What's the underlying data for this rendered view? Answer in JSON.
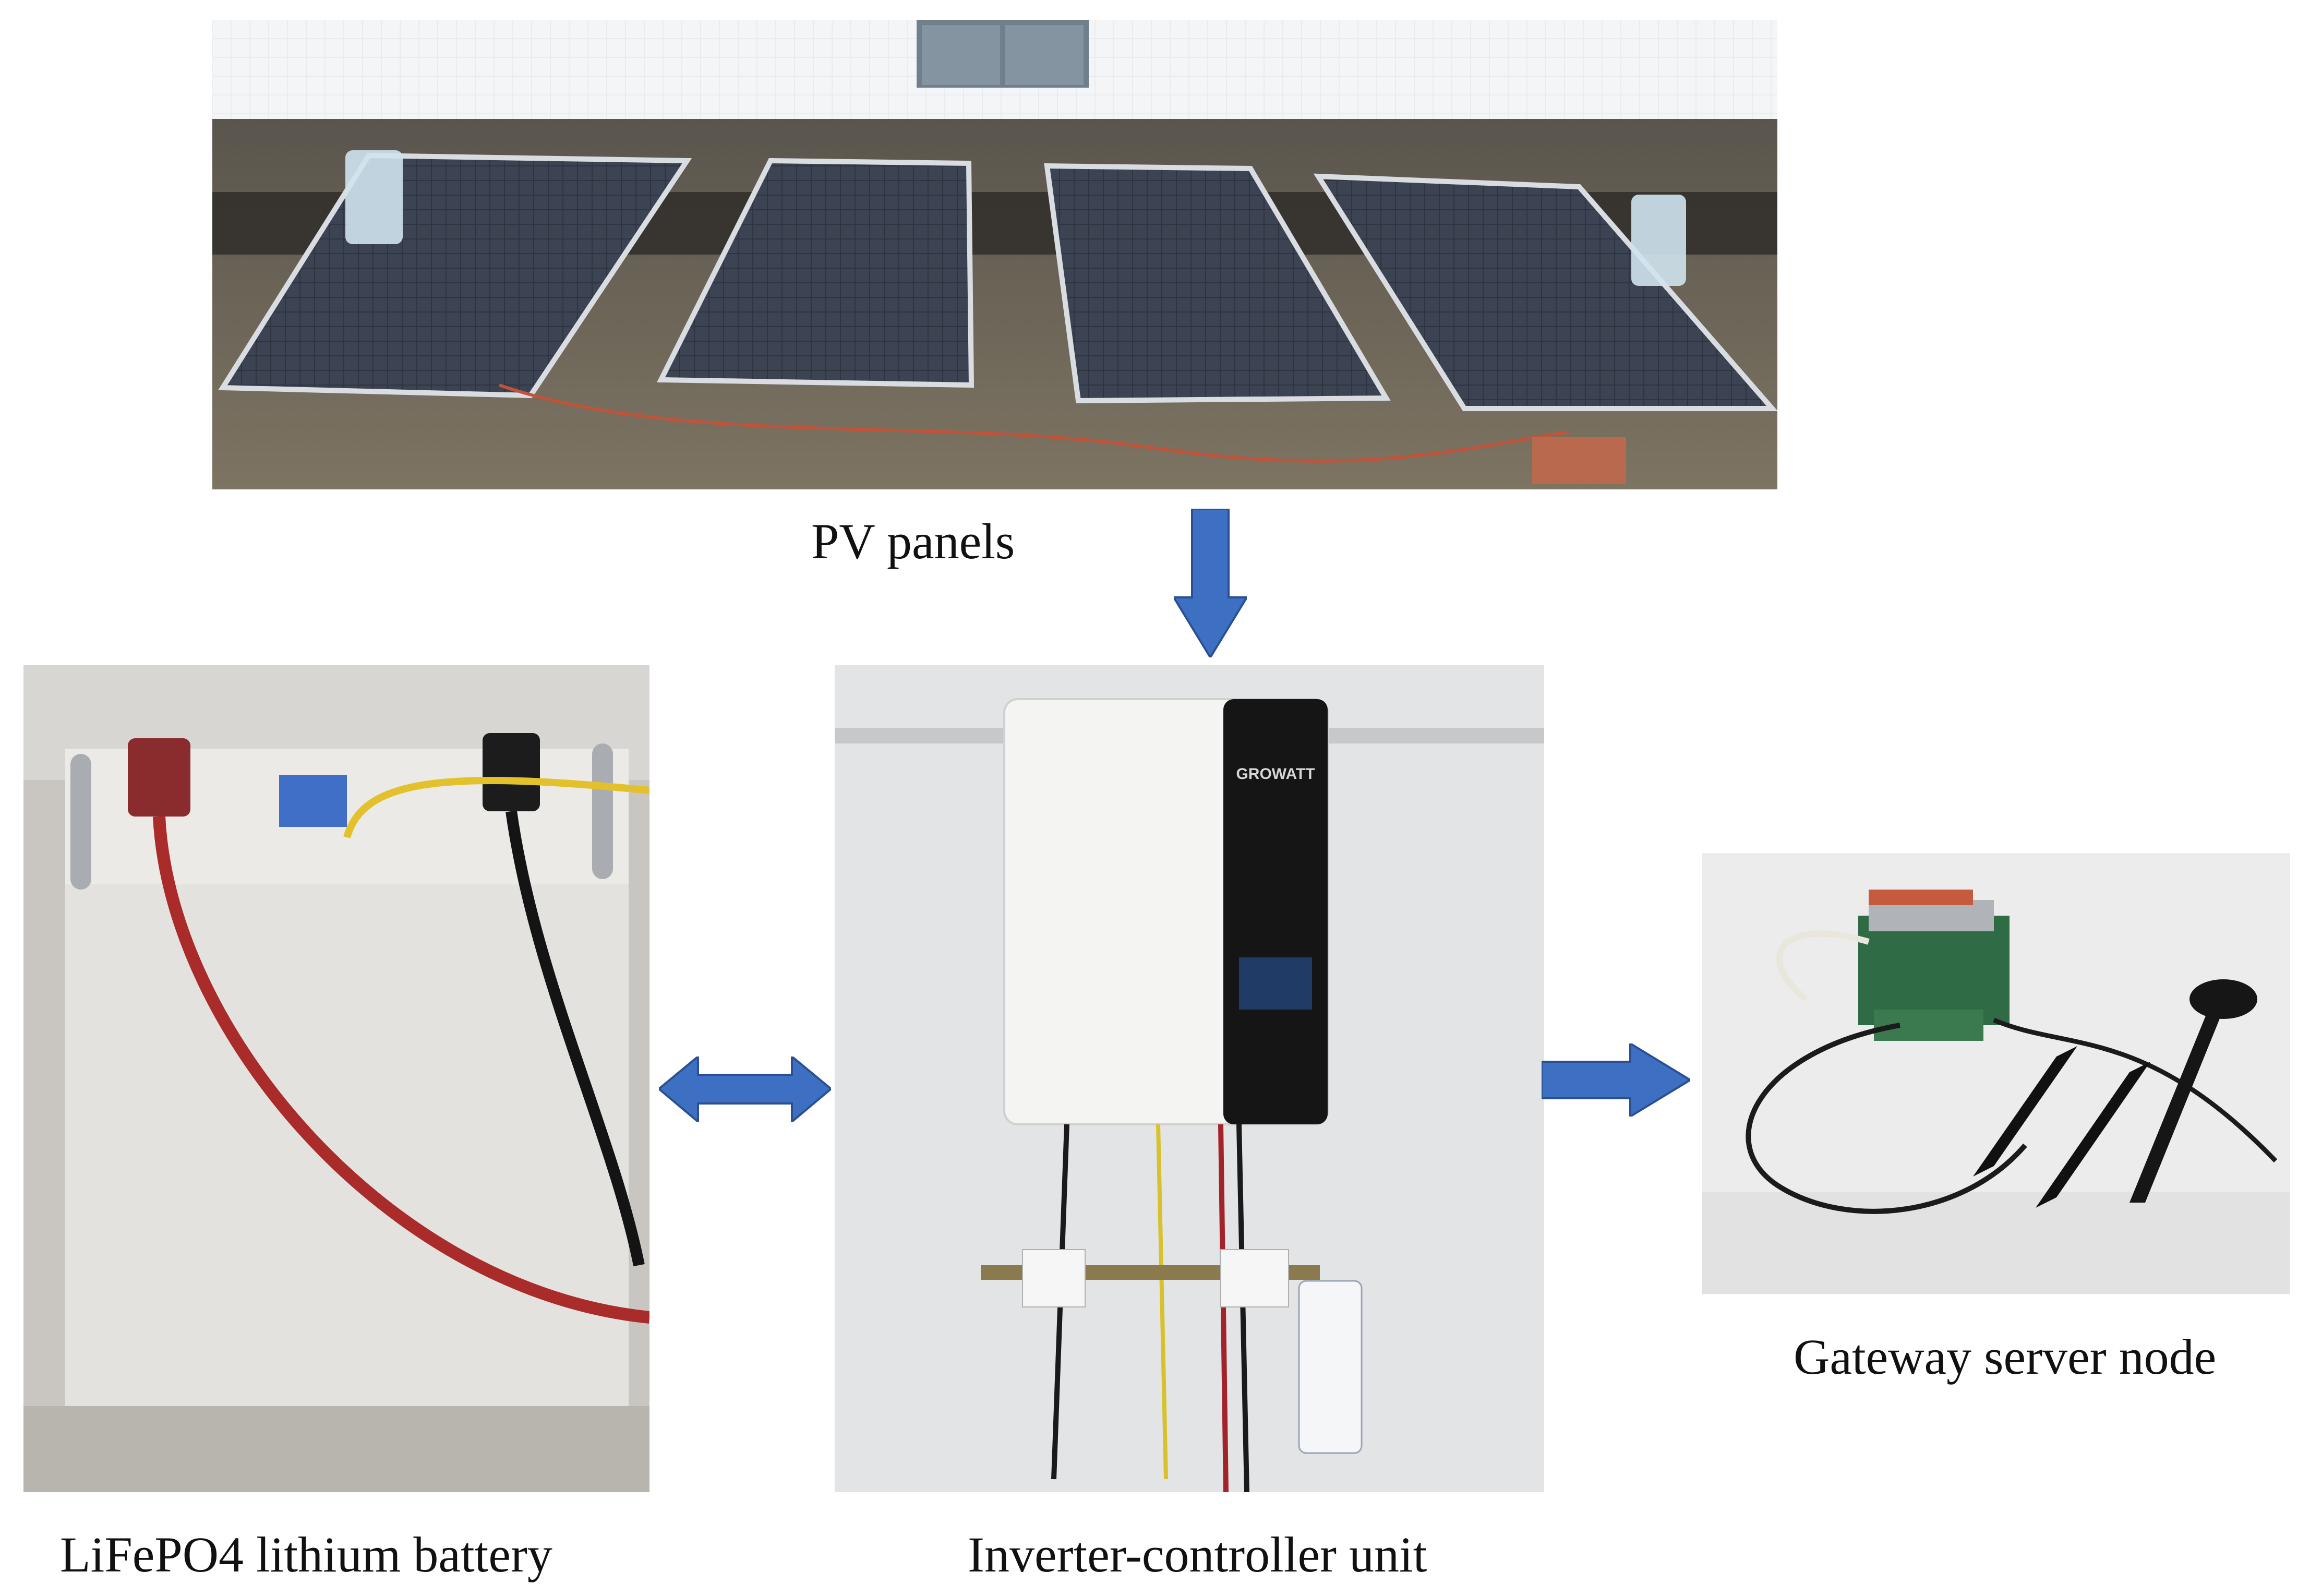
{
  "captions": {
    "pv": "PV panels",
    "battery": "LiFePO4 lithium battery",
    "inverter": "Inverter-controller unit",
    "gateway": "Gateway server node"
  },
  "labels": {
    "inverter_brand": "GROWATT"
  },
  "colors": {
    "arrow_fill": "#3d6fc2",
    "arrow_dark": "#2a4f93"
  },
  "icons": {
    "down_arrow": "down-arrow-icon",
    "double_arrow": "double-arrow-icon",
    "right_arrow": "right-arrow-icon"
  }
}
